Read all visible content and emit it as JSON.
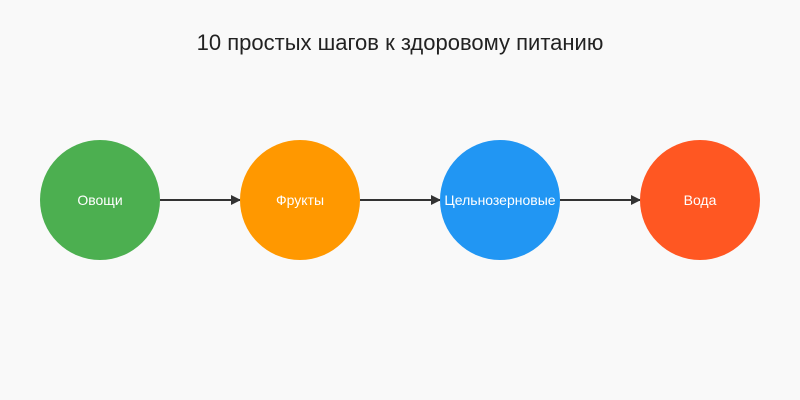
{
  "title": "10 простых шагов к здоровому питанию",
  "steps": [
    {
      "label": "Овощи",
      "color": "#4caf50"
    },
    {
      "label": "Фрукты",
      "color": "#ff9800"
    },
    {
      "label": "Цельнозерновые",
      "color": "#2196f3"
    },
    {
      "label": "Вода",
      "color": "#ff5722"
    }
  ],
  "arrow_color": "#333333"
}
